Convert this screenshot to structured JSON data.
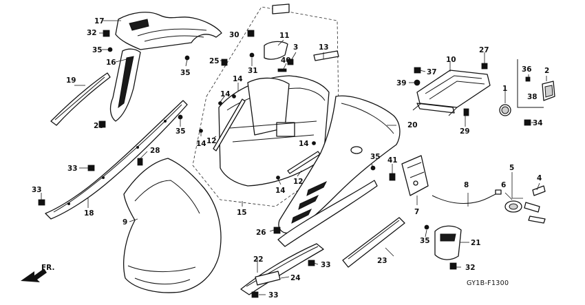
{
  "diagram": {
    "code": "GY1B-F1300",
    "front_label": "FR.",
    "callouts": {
      "c1": "1",
      "c2": "2",
      "c5": "5",
      "c6": "6",
      "c7": "7",
      "c8": "8",
      "c9": "9",
      "c10": "10",
      "c11": "11",
      "c12a": "12",
      "c12b": "12",
      "c13": "13",
      "c14a": "14",
      "c14b": "14",
      "c14c": "14",
      "c14d": "14",
      "c14e": "14",
      "c15": "15",
      "c16": "16",
      "c17": "17",
      "c18": "18",
      "c19": "19",
      "c20": "20",
      "c21": "21",
      "c22": "22",
      "c23": "23",
      "c24": "24",
      "c25": "25",
      "c26a": "26",
      "c26b": "26",
      "c27": "27",
      "c28": "28",
      "c29": "29",
      "c30": "30",
      "c31": "31",
      "c32a": "32",
      "c32b": "32",
      "c33a": "33",
      "c33b": "33",
      "c33c": "33",
      "c33d": "33",
      "c34": "34",
      "c35a": "35",
      "c35b": "35",
      "c35c": "35",
      "c35d": "35",
      "c35e": "35",
      "c36": "36",
      "c37": "37",
      "c38": "38",
      "c39": "39",
      "c40": "40",
      "c41": "41",
      "c4": "4",
      "c3": "3"
    }
  }
}
